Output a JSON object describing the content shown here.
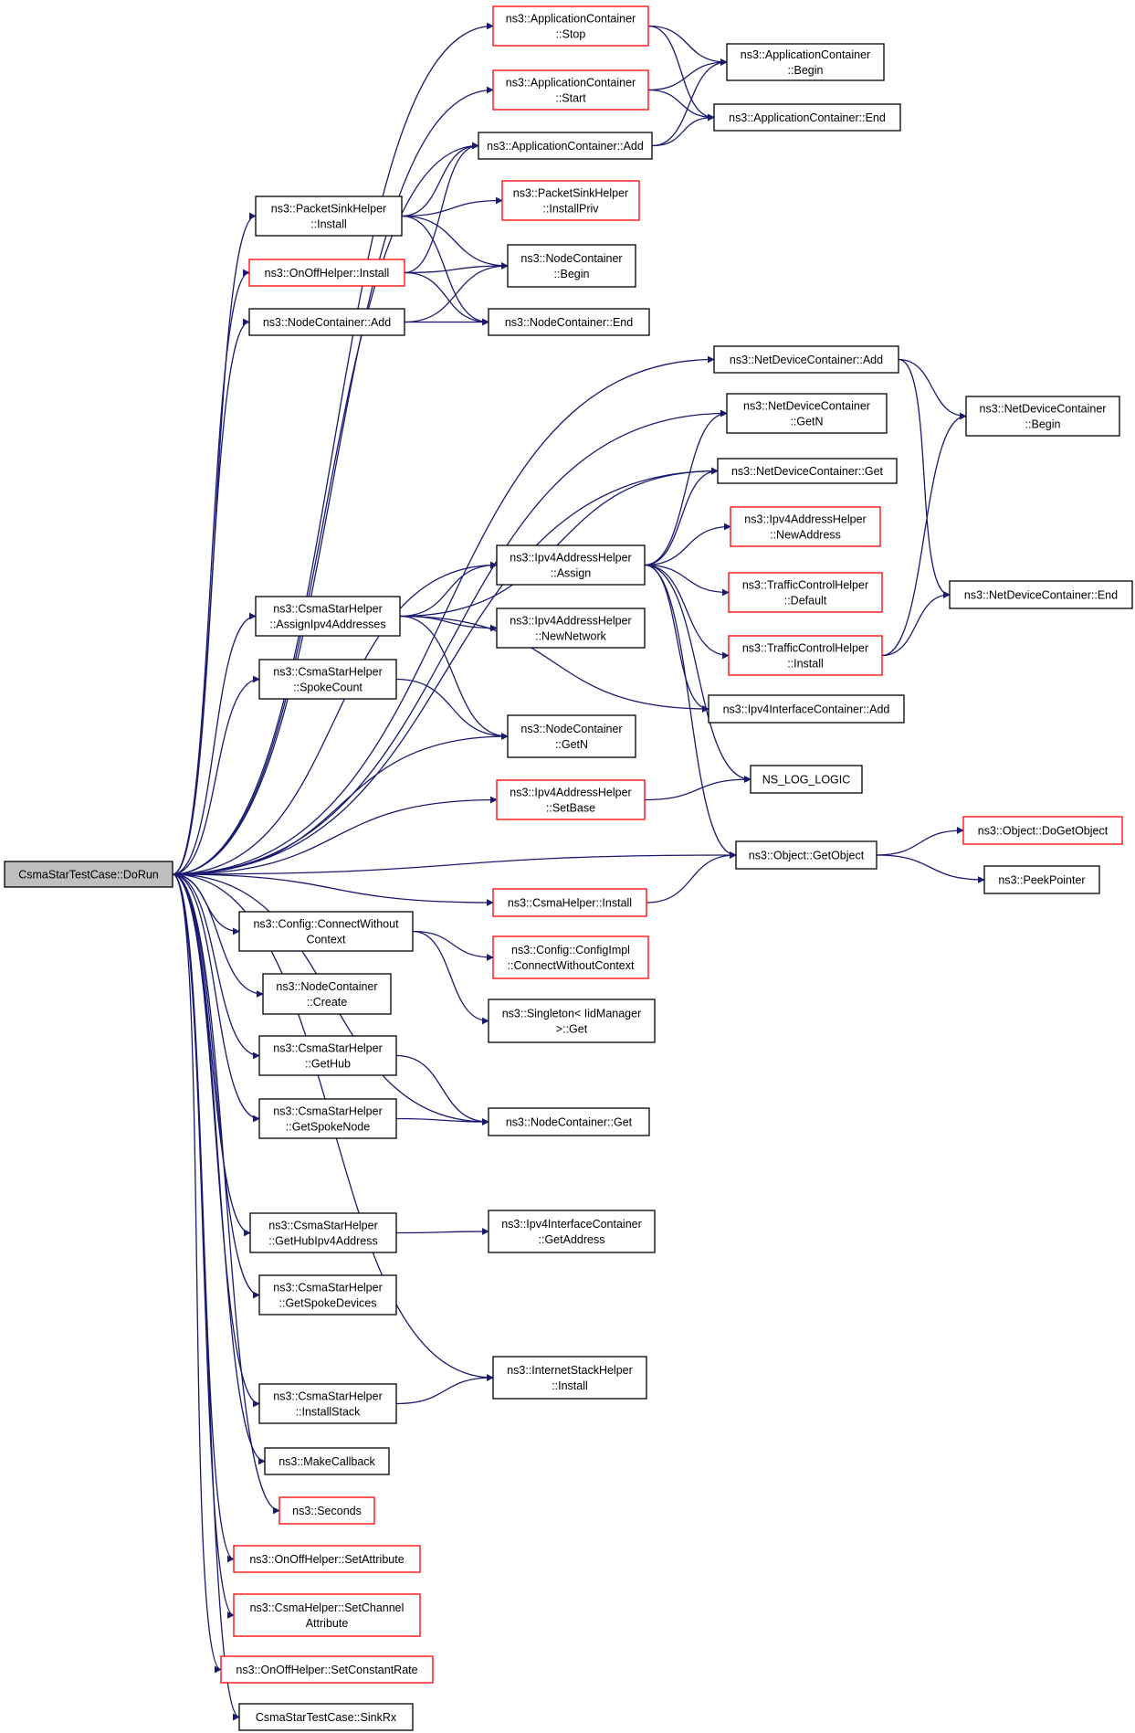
{
  "diagram": {
    "colors": {
      "edge": "#191970",
      "node_border_normal": "#000000",
      "node_border_truncated": "#ff0000",
      "root_fill": "#bfbfbf",
      "node_fill": "#ffffff"
    },
    "nodes": [
      {
        "id": "root",
        "lines": [
          "CsmaStarTestCase::DoRun"
        ],
        "root": true
      },
      {
        "id": "app_stop",
        "lines": [
          "ns3::ApplicationContainer",
          "::Stop"
        ],
        "truncated": true
      },
      {
        "id": "app_start",
        "lines": [
          "ns3::ApplicationContainer",
          "::Start"
        ],
        "truncated": true
      },
      {
        "id": "app_begin",
        "lines": [
          "ns3::ApplicationContainer",
          "::Begin"
        ]
      },
      {
        "id": "app_end",
        "lines": [
          "ns3::ApplicationContainer::End"
        ]
      },
      {
        "id": "app_add",
        "lines": [
          "ns3::ApplicationContainer::Add"
        ]
      },
      {
        "id": "psh_install",
        "lines": [
          "ns3::PacketSinkHelper",
          "::Install"
        ]
      },
      {
        "id": "psh_installpriv",
        "lines": [
          "ns3::PacketSinkHelper",
          "::InstallPriv"
        ],
        "truncated": true
      },
      {
        "id": "onoff_install",
        "lines": [
          "ns3::OnOffHelper::Install"
        ],
        "truncated": true
      },
      {
        "id": "nc_begin",
        "lines": [
          "ns3::NodeContainer",
          "::Begin"
        ]
      },
      {
        "id": "nc_add",
        "lines": [
          "ns3::NodeContainer::Add"
        ]
      },
      {
        "id": "nc_end",
        "lines": [
          "ns3::NodeContainer::End"
        ]
      },
      {
        "id": "ndc_add",
        "lines": [
          "ns3::NetDeviceContainer::Add"
        ]
      },
      {
        "id": "ndc_getn",
        "lines": [
          "ns3::NetDeviceContainer",
          "::GetN"
        ]
      },
      {
        "id": "ndc_begin",
        "lines": [
          "ns3::NetDeviceContainer",
          "::Begin"
        ]
      },
      {
        "id": "ndc_get",
        "lines": [
          "ns3::NetDeviceContainer::Get"
        ]
      },
      {
        "id": "ipv4ah_newaddr",
        "lines": [
          "ns3::Ipv4AddressHelper",
          "::NewAddress"
        ],
        "truncated": true
      },
      {
        "id": "ipv4ah_assign",
        "lines": [
          "ns3::Ipv4AddressHelper",
          "::Assign"
        ]
      },
      {
        "id": "tch_default",
        "lines": [
          "ns3::TrafficControlHelper",
          "::Default"
        ],
        "truncated": true
      },
      {
        "id": "ndc_end",
        "lines": [
          "ns3::NetDeviceContainer::End"
        ]
      },
      {
        "id": "csh_assign",
        "lines": [
          "ns3::CsmaStarHelper",
          "::AssignIpv4Addresses"
        ]
      },
      {
        "id": "ipv4ah_newnet",
        "lines": [
          "ns3::Ipv4AddressHelper",
          "::NewNetwork"
        ]
      },
      {
        "id": "tch_install",
        "lines": [
          "ns3::TrafficControlHelper",
          "::Install"
        ],
        "truncated": true
      },
      {
        "id": "csh_spokecount",
        "lines": [
          "ns3::CsmaStarHelper",
          "::SpokeCount"
        ]
      },
      {
        "id": "ipv4ic_add",
        "lines": [
          "ns3::Ipv4InterfaceContainer::Add"
        ]
      },
      {
        "id": "nc_getn",
        "lines": [
          "ns3::NodeContainer",
          "::GetN"
        ]
      },
      {
        "id": "ns_log_logic",
        "lines": [
          "NS_LOG_LOGIC"
        ]
      },
      {
        "id": "ipv4ah_setbase",
        "lines": [
          "ns3::Ipv4AddressHelper",
          "::SetBase"
        ],
        "truncated": true
      },
      {
        "id": "obj_dogetobject",
        "lines": [
          "ns3::Object::DoGetObject"
        ],
        "truncated": true
      },
      {
        "id": "obj_getobject",
        "lines": [
          "ns3::Object::GetObject"
        ]
      },
      {
        "id": "peekpointer",
        "lines": [
          "ns3::PeekPointer"
        ]
      },
      {
        "id": "csmah_install",
        "lines": [
          "ns3::CsmaHelper::Install"
        ],
        "truncated": true
      },
      {
        "id": "cfg_connect",
        "lines": [
          "ns3::Config::ConnectWithout",
          "Context"
        ]
      },
      {
        "id": "cfgimpl_connect",
        "lines": [
          "ns3::Config::ConfigImpl",
          "::ConnectWithoutContext"
        ],
        "truncated": true
      },
      {
        "id": "nc_create",
        "lines": [
          "ns3::NodeContainer",
          "::Create"
        ]
      },
      {
        "id": "singleton_get",
        "lines": [
          "ns3::Singleton< IidManager",
          ">::Get"
        ]
      },
      {
        "id": "csh_gethub",
        "lines": [
          "ns3::CsmaStarHelper",
          "::GetHub"
        ]
      },
      {
        "id": "csh_getspokenode",
        "lines": [
          "ns3::CsmaStarHelper",
          "::GetSpokeNode"
        ]
      },
      {
        "id": "nc_get",
        "lines": [
          "ns3::NodeContainer::Get"
        ]
      },
      {
        "id": "csh_gethubipv4",
        "lines": [
          "ns3::CsmaStarHelper",
          "::GetHubIpv4Address"
        ]
      },
      {
        "id": "ipv4ic_getaddr",
        "lines": [
          "ns3::Ipv4InterfaceContainer",
          "::GetAddress"
        ]
      },
      {
        "id": "csh_getspokedev",
        "lines": [
          "ns3::CsmaStarHelper",
          "::GetSpokeDevices"
        ]
      },
      {
        "id": "ish_install",
        "lines": [
          "ns3::InternetStackHelper",
          "::Install"
        ]
      },
      {
        "id": "csh_installstack",
        "lines": [
          "ns3::CsmaStarHelper",
          "::InstallStack"
        ]
      },
      {
        "id": "makecallback",
        "lines": [
          "ns3::MakeCallback"
        ]
      },
      {
        "id": "seconds",
        "lines": [
          "ns3::Seconds"
        ],
        "truncated": true
      },
      {
        "id": "onoff_setattr",
        "lines": [
          "ns3::OnOffHelper::SetAttribute"
        ],
        "truncated": true
      },
      {
        "id": "csmah_setchattr",
        "lines": [
          "ns3::CsmaHelper::SetChannel",
          "Attribute"
        ],
        "truncated": true
      },
      {
        "id": "onoff_setrate",
        "lines": [
          "ns3::OnOffHelper::SetConstantRate"
        ],
        "truncated": true
      },
      {
        "id": "sinkrx",
        "lines": [
          "CsmaStarTestCase::SinkRx"
        ]
      }
    ]
  }
}
